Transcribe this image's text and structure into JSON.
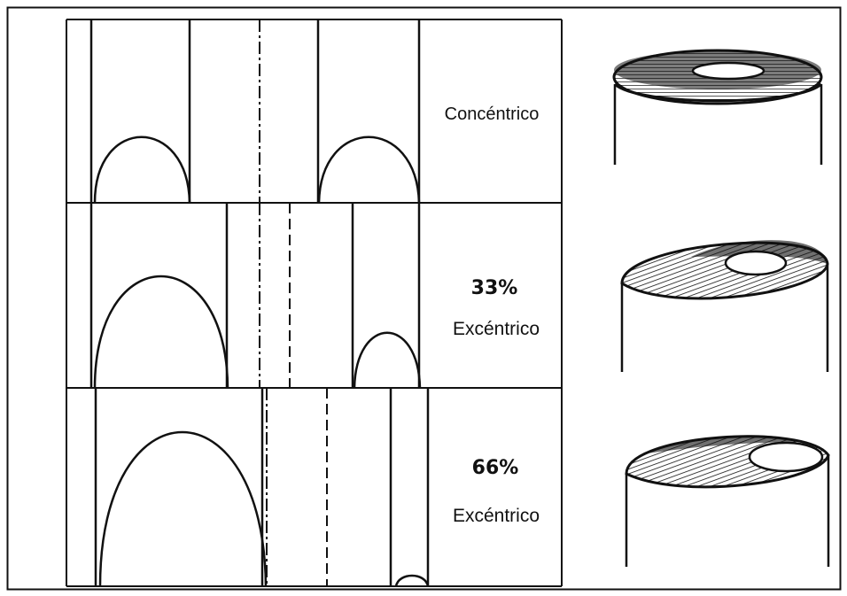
{
  "rows": [
    {
      "id": "concentric",
      "label_line1": "Concéntrico",
      "label_line2": ""
    },
    {
      "id": "ecc33",
      "label_line1": "33%",
      "label_line2": "Excéntrico"
    },
    {
      "id": "ecc66",
      "label_line1": "66%",
      "label_line2": "Excéntrico"
    }
  ],
  "colors": {
    "ink": "#111111",
    "background": "#ffffff"
  }
}
